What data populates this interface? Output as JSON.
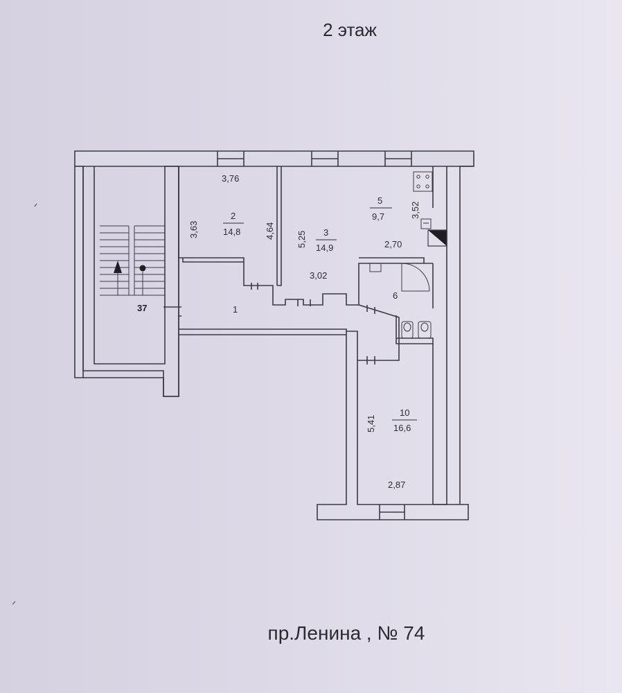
{
  "header": {
    "floor": "2 этаж"
  },
  "footer": {
    "address": "пр.Ленина , № 74"
  },
  "rooms": {
    "stair": {
      "number": "37"
    },
    "hall": {
      "number": "1"
    },
    "room2": {
      "number": "2",
      "area": "14,8"
    },
    "room3": {
      "number": "3",
      "area": "14,9"
    },
    "room5": {
      "number": "5",
      "area": "9,7"
    },
    "room6": {
      "number": "6"
    },
    "room10": {
      "number": "10",
      "area": "16,6"
    }
  },
  "dimensions": {
    "r2_width": "3,76",
    "r2_left": "3,63",
    "r2_right": "4,64",
    "r3_left": "5,25",
    "r3_bottom": "3,02",
    "r5_right": "3,52",
    "r5_bottom": "2,70",
    "r10_left": "5,41",
    "r10_bottom": "2,87"
  },
  "colors": {
    "wall": "#3a3a44",
    "wall_fill": "#dcd9e6",
    "ink": "#2c2c34"
  }
}
